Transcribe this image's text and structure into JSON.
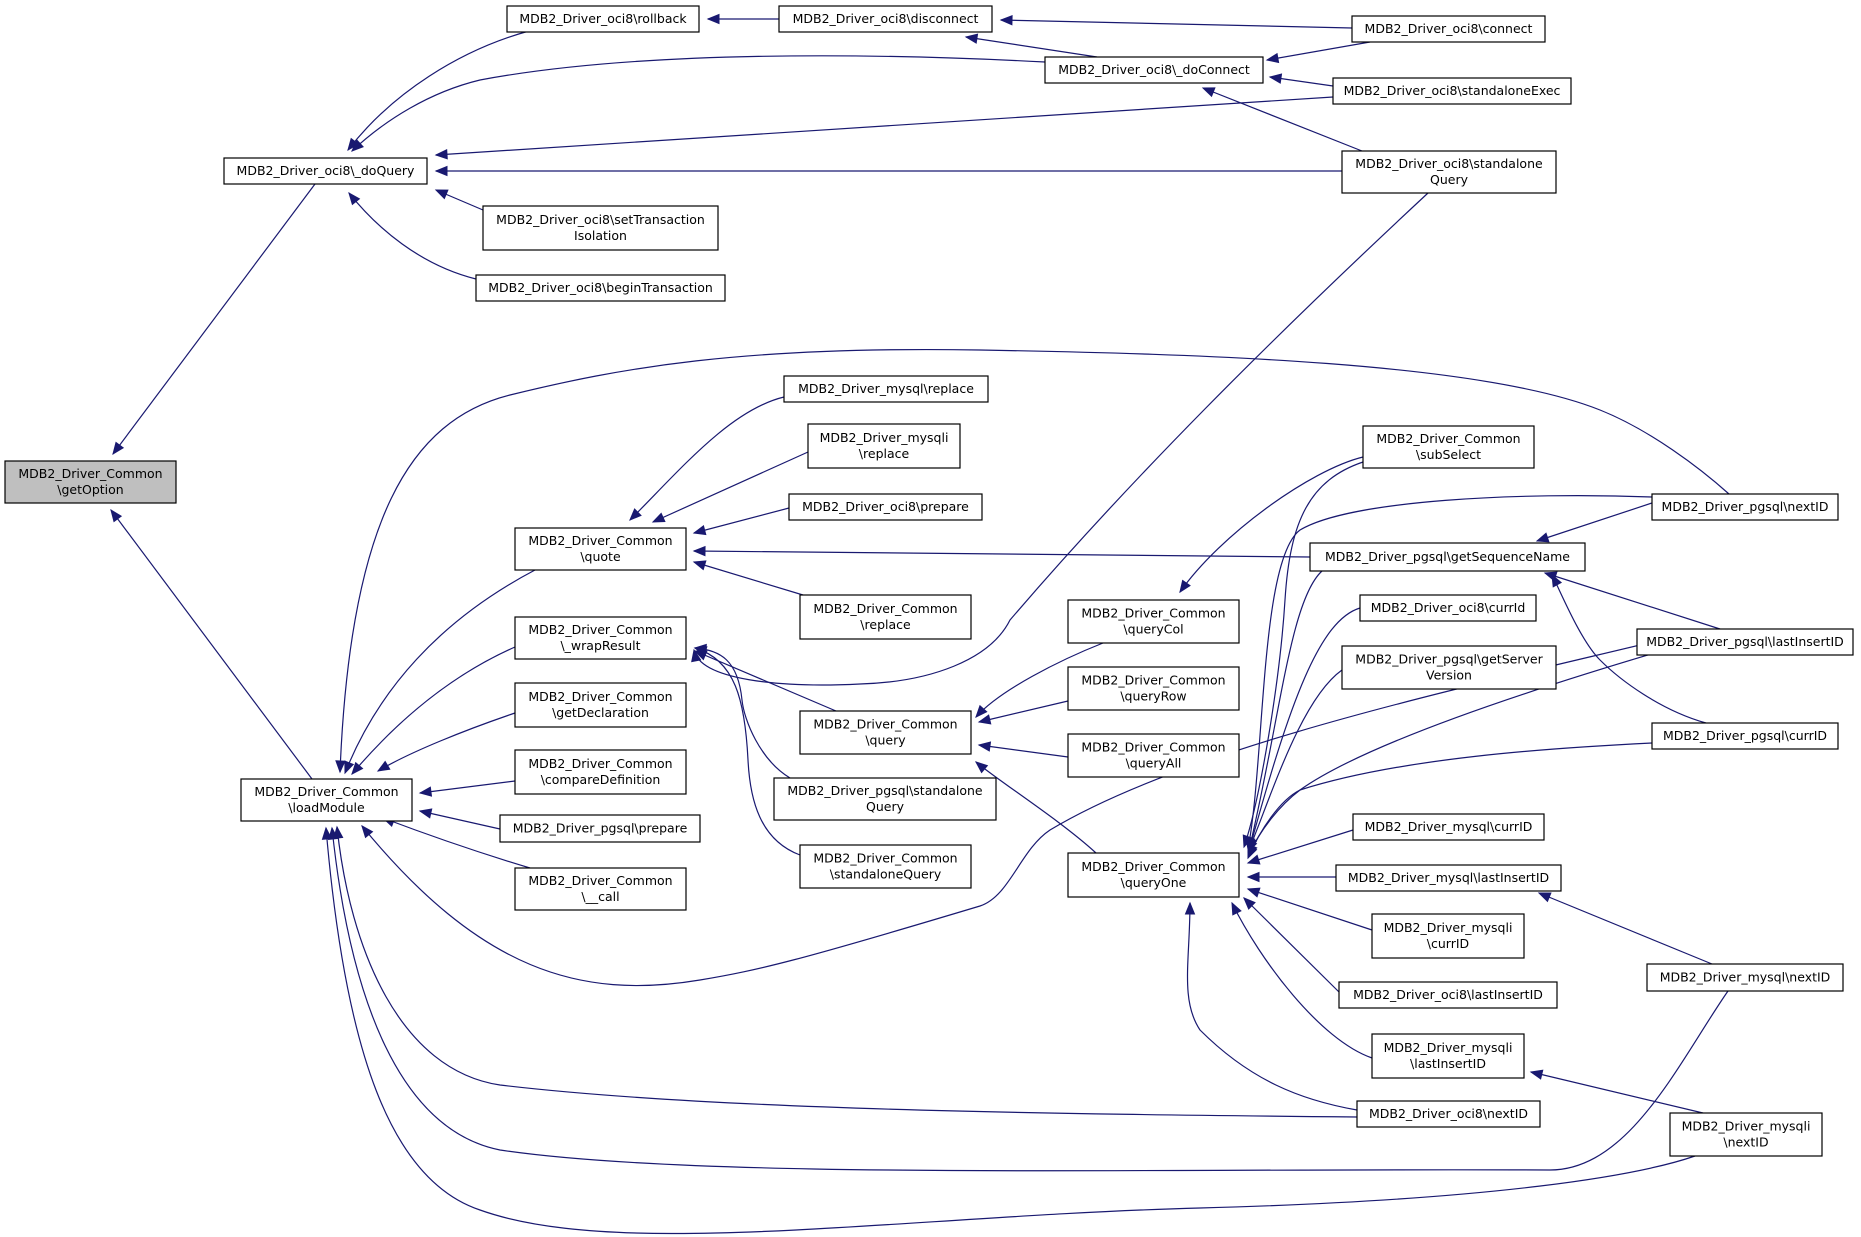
{
  "graph": {
    "edge_color": "#191970",
    "root_fill": "#bfbfbf",
    "nodes": [
      {
        "id": "getOption",
        "lines": [
          "MDB2_Driver_Common",
          "\\getOption"
        ],
        "root": true
      },
      {
        "id": "oci8_doQuery",
        "lines": [
          "MDB2_Driver_oci8\\_doQuery"
        ]
      },
      {
        "id": "oci8_rollback",
        "lines": [
          "MDB2_Driver_oci8\\rollback"
        ]
      },
      {
        "id": "oci8_disconnect",
        "lines": [
          "MDB2_Driver_oci8\\disconnect"
        ]
      },
      {
        "id": "oci8_connect",
        "lines": [
          "MDB2_Driver_oci8\\connect"
        ]
      },
      {
        "id": "oci8_doConnect",
        "lines": [
          "MDB2_Driver_oci8\\_doConnect"
        ]
      },
      {
        "id": "oci8_standaloneExec",
        "lines": [
          "MDB2_Driver_oci8\\standaloneExec"
        ]
      },
      {
        "id": "oci8_standaloneQuery",
        "lines": [
          "MDB2_Driver_oci8\\standalone",
          "Query"
        ]
      },
      {
        "id": "oci8_setTransactionIsolation",
        "lines": [
          "MDB2_Driver_oci8\\setTransaction",
          "Isolation"
        ]
      },
      {
        "id": "oci8_beginTransaction",
        "lines": [
          "MDB2_Driver_oci8\\beginTransaction"
        ]
      },
      {
        "id": "loadModule",
        "lines": [
          "MDB2_Driver_Common",
          "\\loadModule"
        ]
      },
      {
        "id": "quote",
        "lines": [
          "MDB2_Driver_Common",
          "\\quote"
        ]
      },
      {
        "id": "mysql_replace",
        "lines": [
          "MDB2_Driver_mysql\\replace"
        ]
      },
      {
        "id": "mysqli_replace",
        "lines": [
          "MDB2_Driver_mysqli",
          "\\replace"
        ]
      },
      {
        "id": "oci8_prepare",
        "lines": [
          "MDB2_Driver_oci8\\prepare"
        ]
      },
      {
        "id": "common_replace",
        "lines": [
          "MDB2_Driver_Common",
          "\\replace"
        ]
      },
      {
        "id": "wrapResult",
        "lines": [
          "MDB2_Driver_Common",
          "\\_wrapResult"
        ]
      },
      {
        "id": "getDeclaration",
        "lines": [
          "MDB2_Driver_Common",
          "\\getDeclaration"
        ]
      },
      {
        "id": "compareDefinition",
        "lines": [
          "MDB2_Driver_Common",
          "\\compareDefinition"
        ]
      },
      {
        "id": "pgsql_prepare",
        "lines": [
          "MDB2_Driver_pgsql\\prepare"
        ]
      },
      {
        "id": "common_call",
        "lines": [
          "MDB2_Driver_Common",
          "\\__call"
        ]
      },
      {
        "id": "common_query",
        "lines": [
          "MDB2_Driver_Common",
          "\\query"
        ]
      },
      {
        "id": "pgsql_standaloneQuery",
        "lines": [
          "MDB2_Driver_pgsql\\standalone",
          "Query"
        ]
      },
      {
        "id": "common_standaloneQuery",
        "lines": [
          "MDB2_Driver_Common",
          "\\standaloneQuery"
        ]
      },
      {
        "id": "queryCol",
        "lines": [
          "MDB2_Driver_Common",
          "\\queryCol"
        ]
      },
      {
        "id": "queryRow",
        "lines": [
          "MDB2_Driver_Common",
          "\\queryRow"
        ]
      },
      {
        "id": "queryAll",
        "lines": [
          "MDB2_Driver_Common",
          "\\queryAll"
        ]
      },
      {
        "id": "queryOne",
        "lines": [
          "MDB2_Driver_Common",
          "\\queryOne"
        ]
      },
      {
        "id": "subSelect",
        "lines": [
          "MDB2_Driver_Common",
          "\\subSelect"
        ]
      },
      {
        "id": "pgsql_getSequenceName",
        "lines": [
          "MDB2_Driver_pgsql\\getSequenceName"
        ]
      },
      {
        "id": "oci8_currId",
        "lines": [
          "MDB2_Driver_oci8\\currId"
        ]
      },
      {
        "id": "pgsql_getServerVersion",
        "lines": [
          "MDB2_Driver_pgsql\\getServer",
          "Version"
        ]
      },
      {
        "id": "mysql_currID",
        "lines": [
          "MDB2_Driver_mysql\\currID"
        ]
      },
      {
        "id": "mysql_lastInsertID",
        "lines": [
          "MDB2_Driver_mysql\\lastInsertID"
        ]
      },
      {
        "id": "mysqli_currID",
        "lines": [
          "MDB2_Driver_mysqli",
          "\\currID"
        ]
      },
      {
        "id": "oci8_lastInsertID",
        "lines": [
          "MDB2_Driver_oci8\\lastInsertID"
        ]
      },
      {
        "id": "mysqli_lastInsertID",
        "lines": [
          "MDB2_Driver_mysqli",
          "\\lastInsertID"
        ]
      },
      {
        "id": "oci8_nextID",
        "lines": [
          "MDB2_Driver_oci8\\nextID"
        ]
      },
      {
        "id": "pgsql_nextID",
        "lines": [
          "MDB2_Driver_pgsql\\nextID"
        ]
      },
      {
        "id": "pgsql_lastInsertID",
        "lines": [
          "MDB2_Driver_pgsql\\lastInsertID"
        ]
      },
      {
        "id": "pgsql_currID",
        "lines": [
          "MDB2_Driver_pgsql\\currID"
        ]
      },
      {
        "id": "mysql_nextID",
        "lines": [
          "MDB2_Driver_mysql\\nextID"
        ]
      },
      {
        "id": "mysqli_nextID",
        "lines": [
          "MDB2_Driver_mysqli",
          "\\nextID"
        ]
      }
    ],
    "edges": [
      [
        "oci8_doQuery",
        "getOption"
      ],
      [
        "loadModule",
        "getOption"
      ],
      [
        "oci8_rollback",
        "oci8_doQuery"
      ],
      [
        "oci8_doConnect",
        "oci8_doQuery"
      ],
      [
        "oci8_standaloneExec",
        "oci8_doQuery"
      ],
      [
        "oci8_standaloneQuery",
        "oci8_doQuery"
      ],
      [
        "oci8_setTransactionIsolation",
        "oci8_doQuery"
      ],
      [
        "oci8_beginTransaction",
        "oci8_doQuery"
      ],
      [
        "oci8_disconnect",
        "oci8_rollback"
      ],
      [
        "oci8_connect",
        "oci8_disconnect"
      ],
      [
        "oci8_doConnect",
        "oci8_disconnect"
      ],
      [
        "oci8_connect",
        "oci8_doConnect"
      ],
      [
        "oci8_standaloneExec",
        "oci8_doConnect"
      ],
      [
        "oci8_standaloneQuery",
        "oci8_doConnect"
      ],
      [
        "pgsql_nextID",
        "loadModule"
      ],
      [
        "quote",
        "loadModule"
      ],
      [
        "wrapResult",
        "loadModule"
      ],
      [
        "getDeclaration",
        "loadModule"
      ],
      [
        "compareDefinition",
        "loadModule"
      ],
      [
        "pgsql_prepare",
        "loadModule"
      ],
      [
        "common_call",
        "loadModule"
      ],
      [
        "pgsql_lastInsertID",
        "loadModule"
      ],
      [
        "oci8_nextID",
        "loadModule"
      ],
      [
        "mysql_nextID",
        "loadModule"
      ],
      [
        "mysqli_nextID",
        "loadModule"
      ],
      [
        "mysql_replace",
        "quote"
      ],
      [
        "mysqli_replace",
        "quote"
      ],
      [
        "oci8_prepare",
        "quote"
      ],
      [
        "common_replace",
        "quote"
      ],
      [
        "pgsql_getSequenceName",
        "quote"
      ],
      [
        "oci8_standaloneQuery",
        "wrapResult"
      ],
      [
        "common_query",
        "wrapResult"
      ],
      [
        "pgsql_standaloneQuery",
        "wrapResult"
      ],
      [
        "common_standaloneQuery",
        "wrapResult"
      ],
      [
        "queryCol",
        "common_query"
      ],
      [
        "queryRow",
        "common_query"
      ],
      [
        "queryAll",
        "common_query"
      ],
      [
        "queryOne",
        "common_query"
      ],
      [
        "subSelect",
        "queryCol"
      ],
      [
        "subSelect",
        "queryOne"
      ],
      [
        "pgsql_nextID",
        "queryOne"
      ],
      [
        "pgsql_getSequenceName",
        "queryOne"
      ],
      [
        "oci8_currId",
        "queryOne"
      ],
      [
        "pgsql_getServerVersion",
        "queryOne"
      ],
      [
        "pgsql_lastInsertID",
        "queryOne"
      ],
      [
        "pgsql_currID",
        "queryOne"
      ],
      [
        "mysql_currID",
        "queryOne"
      ],
      [
        "mysql_lastInsertID",
        "queryOne"
      ],
      [
        "mysqli_currID",
        "queryOne"
      ],
      [
        "oci8_lastInsertID",
        "queryOne"
      ],
      [
        "mysqli_lastInsertID",
        "queryOne"
      ],
      [
        "oci8_nextID",
        "queryOne"
      ],
      [
        "pgsql_nextID",
        "pgsql_getSequenceName"
      ],
      [
        "pgsql_lastInsertID",
        "pgsql_getSequenceName"
      ],
      [
        "pgsql_currID",
        "pgsql_getSequenceName"
      ],
      [
        "mysql_nextID",
        "mysql_lastInsertID"
      ],
      [
        "mysqli_nextID",
        "mysqli_lastInsertID"
      ]
    ]
  }
}
